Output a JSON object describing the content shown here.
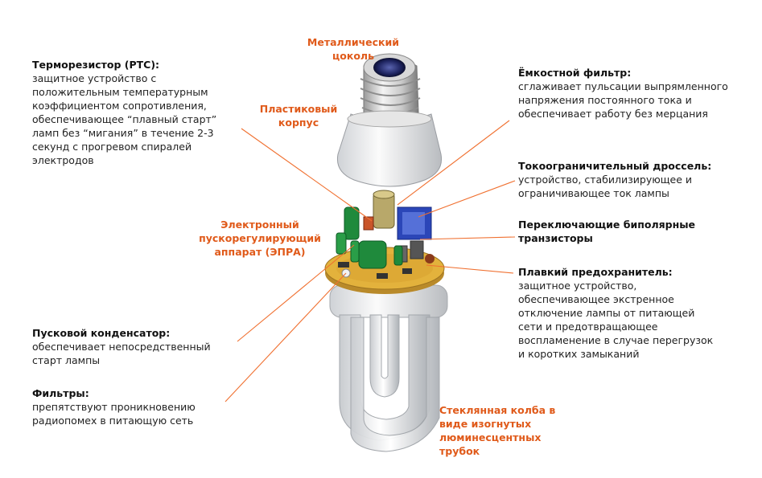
{
  "labels": {
    "metal_base": "Металлический\nцоколь",
    "plastic_body": "Пластиковый\nкорпус",
    "ballast": "Электронный\nпускорегулирующий\nаппарат (ЭПРА)",
    "glass_bulb": "Стеклянная колба в\nвиде изогнутых\nлюминесцентных\nтрубок"
  },
  "left_notes": [
    {
      "title": "Терморезистор (PTC):",
      "desc": "защитное устройство с\nположительным температурным\nкоэффициентом сопротивления,\nобеспечивающее “плавный старт”\nламп без “мигания” в течение 2-3\nсекунд с прогревом спиралей\nэлектродов"
    },
    {
      "title": "Пусковой конденсатор:",
      "desc": "обеспечивает непосредственный\nстарт лампы"
    },
    {
      "title": "Фильтры:",
      "desc": "препятствуют проникновению\nрадиопомех в питающую сеть"
    }
  ],
  "right_notes": [
    {
      "title": "Ёмкостной фильтр:",
      "desc": "сглаживает пульсации выпрямленного\nнапряжения постоянного тока и\nобеспечивает работу без мерцания"
    },
    {
      "title": "Токоограничительный дроссель:",
      "desc": "устройство, стабилизирующее и\nограничивающее ток лампы"
    },
    {
      "title": "Переключающие биполярные\nтранзисторы",
      "desc": ""
    },
    {
      "title": "Плавкий предохранитель:",
      "desc": "защитное устройство,\nобеспечивающее экстренное\nотключение лампы от питающей\nсети и предотвращающее\nвоспламенение в случае перегрузок\nи коротких замыканий"
    }
  ],
  "colors": {
    "accent_label": "#e05a1a",
    "leader_line": "#f07030"
  }
}
